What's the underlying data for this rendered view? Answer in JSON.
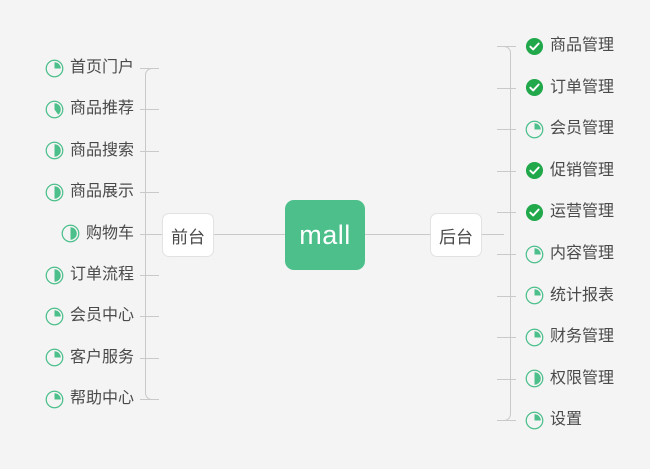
{
  "diagram": {
    "title": "mall",
    "type": "mindmap",
    "background_color": "#f4f4f4",
    "accent_color": "#4cbf8b",
    "done_color": "#21a84b",
    "line_color": "#c9c9c9",
    "text_color": "#4a4a4a"
  },
  "center": {
    "label": "mall"
  },
  "branches": [
    {
      "id": "front",
      "label": "前台",
      "side": "left"
    },
    {
      "id": "back",
      "label": "后台",
      "side": "right"
    }
  ],
  "front_items": [
    {
      "label": "首页门户",
      "icon": "pie-progress-icon",
      "progress": 25
    },
    {
      "label": "商品推荐",
      "icon": "pie-progress-icon",
      "progress": 40
    },
    {
      "label": "商品搜索",
      "icon": "pie-progress-icon",
      "progress": 50
    },
    {
      "label": "商品展示",
      "icon": "pie-progress-icon",
      "progress": 50
    },
    {
      "label": "购物车",
      "icon": "pie-progress-icon",
      "progress": 50
    },
    {
      "label": "订单流程",
      "icon": "pie-progress-icon",
      "progress": 50
    },
    {
      "label": "会员中心",
      "icon": "pie-progress-icon",
      "progress": 25
    },
    {
      "label": "客户服务",
      "icon": "pie-progress-icon",
      "progress": 25
    },
    {
      "label": "帮助中心",
      "icon": "pie-progress-icon",
      "progress": 25
    }
  ],
  "back_items": [
    {
      "label": "商品管理",
      "icon": "check-circle-icon",
      "progress": 100
    },
    {
      "label": "订单管理",
      "icon": "check-circle-icon",
      "progress": 100
    },
    {
      "label": "会员管理",
      "icon": "pie-progress-icon",
      "progress": 25
    },
    {
      "label": "促销管理",
      "icon": "check-circle-icon",
      "progress": 100
    },
    {
      "label": "运营管理",
      "icon": "check-circle-icon",
      "progress": 100
    },
    {
      "label": "内容管理",
      "icon": "pie-progress-icon",
      "progress": 25
    },
    {
      "label": "统计报表",
      "icon": "pie-progress-icon",
      "progress": 25
    },
    {
      "label": "财务管理",
      "icon": "pie-progress-icon",
      "progress": 25
    },
    {
      "label": "权限管理",
      "icon": "pie-progress-icon",
      "progress": 50
    },
    {
      "label": "设置",
      "icon": "pie-progress-icon",
      "progress": 25
    }
  ]
}
